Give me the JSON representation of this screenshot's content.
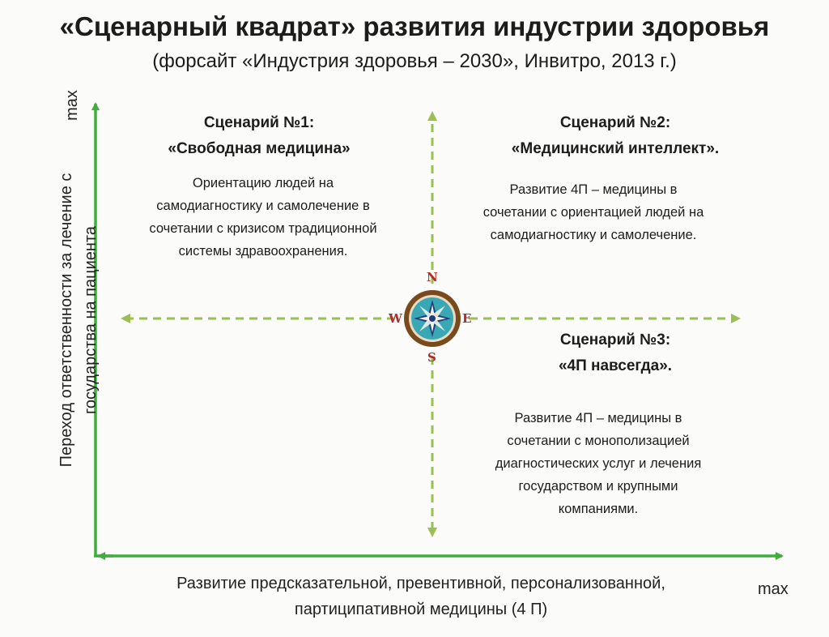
{
  "header": {
    "title": "«Сценарный квадрат» развития индустрии здоровья",
    "subtitle": "(форсайт «Индустрия здоровья – 2030», Инвитро, 2013 г.)"
  },
  "axes": {
    "y_label": "Переход ответственности за лечение с государства на пациента",
    "y_max": "max",
    "x_label": "Развитие предсказательной, превентивной, персонализованной, партиципативной медицины (4 П)",
    "x_max": "max"
  },
  "scenarios": [
    {
      "title_line1": "Сценарий №1:",
      "title_line2": "«Свободная медицина»",
      "description": "Ориентацию людей на самодиагностику и самолечение в сочетании с кризисом традиционной системы здравоохранения."
    },
    {
      "title_line1": "Сценарий №2:",
      "title_line2": "«Медицинский интеллект».",
      "description": "Развитие 4П – медицины в сочетании с ориентацией людей на самодиагностику и самолечение."
    },
    {
      "title_line1": "Сценарий №3:",
      "title_line2": "«4П навсегда».",
      "description": "Развитие 4П – медицины в сочетании с монополизацией диагностических услуг и лечения государством и крупными компаниями."
    }
  ],
  "compass": {
    "n": "N",
    "s": "S",
    "e": "E",
    "w": "W"
  },
  "colors": {
    "axis": "#3fae3c",
    "dashed": "#9bbf55",
    "compass_ring": "#7a4a1c",
    "compass_fill": "#3aa8b4"
  }
}
